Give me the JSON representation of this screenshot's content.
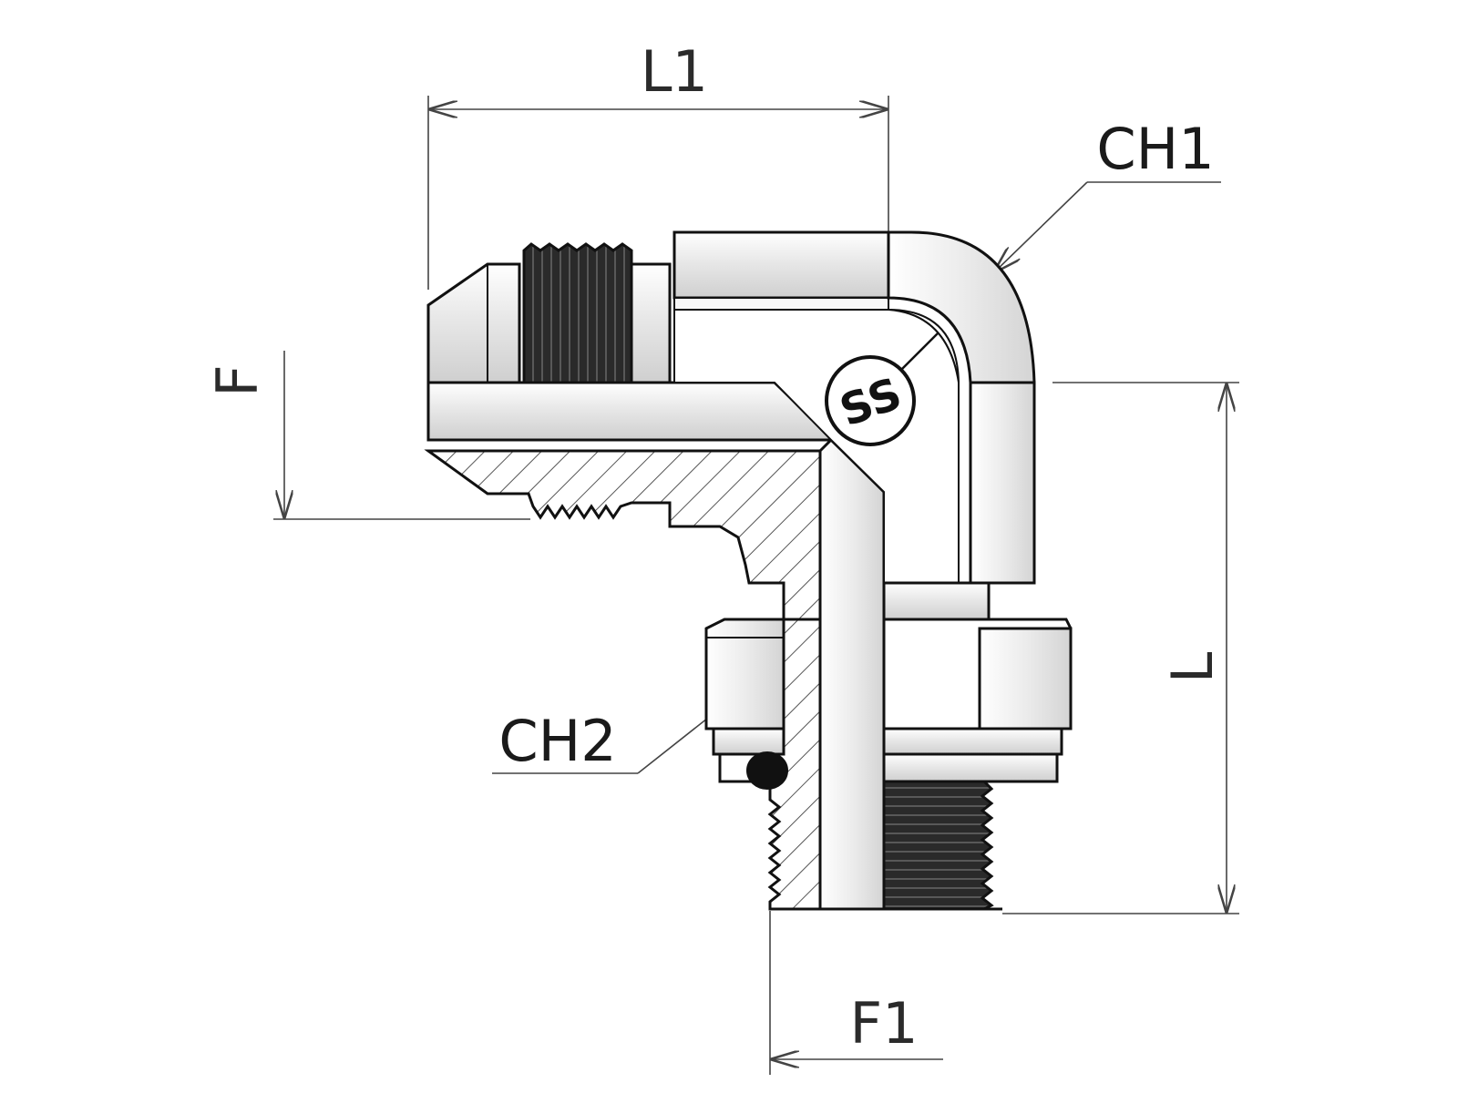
{
  "labels": {
    "l1": "L1",
    "l": "L",
    "f": "F",
    "f1": "F1",
    "ch1": "CH1",
    "ch2": "CH2"
  },
  "logo": {
    "text": "SS"
  },
  "colors": {
    "line": "#111111",
    "dimension": "#444444",
    "metal": "#e6e6e6",
    "section_hatch": "#555555",
    "thread_dark": "#1c1c1c",
    "seal": "#111111"
  }
}
